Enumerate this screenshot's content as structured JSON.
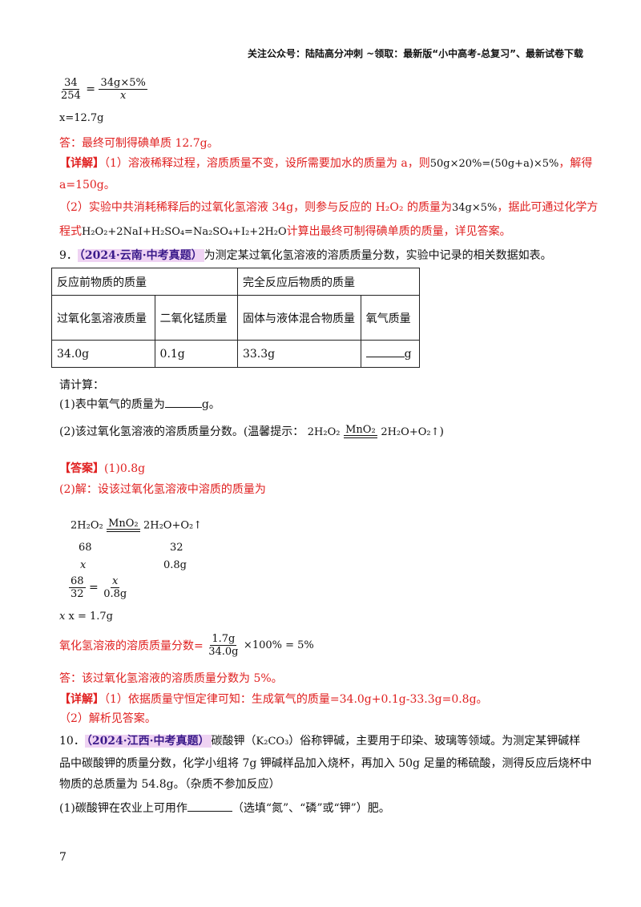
{
  "header": {
    "text": "关注公众号：陆陆高分冲刺  ~领取：最新版“小中高考-总复习”、最新试卷下载"
  },
  "top_calc": {
    "frac1_num": "34",
    "frac1_den": "254",
    "eq": "=",
    "frac2_num": "34g×5%",
    "frac2_den": "x",
    "result": "x=12.7g"
  },
  "answer_8": "答：最终可制得碘单质 12.7g。",
  "detail_8": {
    "tag": "【详解】",
    "line1": "（1）溶液稀释过程，溶质质量不变，设所需要加水的质量为 a，则",
    "line1_formula": "50g×20%=(50g+a)×5%",
    "line1_tail": "，解得",
    "line2": "a=150g。",
    "line3": "（2）实验中共消耗稀释后的过氧化氢溶液 34g，则参与反应的 H₂O₂ 的质量为",
    "line3_formula": "34g×5%",
    "line3_tail": "，据此可通过化学方",
    "line4_head": "程式",
    "line4_formula": "H₂O₂+2NaI+H₂SO₄=Na₂SO₄+I₂+2H₂O",
    "line4_tail": "计算出最终可制得碘单质的质量，详见答案。"
  },
  "q9": {
    "number": "9．",
    "source": "（2024·云南·中考真题）",
    "text": "为测定某过氧化氢溶液的溶质质量分数，实验中记录的相关数据如表。",
    "table": {
      "head_left": "反应前物质的质量",
      "head_right": "完全反应后物质的质量",
      "sub": [
        "过氧化氢溶液质量",
        "二氧化锰质量",
        "固体与液体混合物质量",
        "氧气质量"
      ],
      "values": [
        "34.0g",
        "0.1g",
        "33.3g",
        "g"
      ]
    },
    "please": "请计算：",
    "sub1": "(1)表中氧气的质量为",
    "sub1_tail": "g。",
    "sub2": "(2)该过氧化氢溶液的溶质质量分数。(温馨提示：",
    "sub2_eq_left": "2H₂O₂",
    "sub2_cat": "MnO₂",
    "sub2_eq_right": "2H₂O+O₂↑",
    "sub2_tail": ")"
  },
  "ans9": {
    "tag": "【答案】",
    "a1": "(1)0.8g",
    "a2": "(2)解：设该过氧化氢溶液中溶质的质量为",
    "eq_left": "2H₂O₂",
    "eq_cat": "MnO₂",
    "eq_right": "2H₂O+O₂↑",
    "m_left": "68",
    "m_right": "32",
    "v_left": "x",
    "v_right": "0.8g",
    "prop_num1": "68",
    "prop_den1": "32",
    "prop_eq": "=",
    "prop_num2": "x",
    "prop_den2": "0.8g",
    "res_x": "x",
    "res": "x = 1.7g",
    "frac_label": "氧化氢溶液的溶质质量分数=",
    "frac_num": "1.7g",
    "frac_den": "34.0g",
    "frac_tail": "×100% = 5%",
    "conclusion": "答：该过氧化氢溶液的溶质质量分数为 5%。"
  },
  "detail_9": {
    "tag": "【详解】",
    "l1": "（1）依据质量守恒定律可知：生成氧气的质量=34.0g+0.1g-33.3g=0.8g。",
    "l2": "（2）解析见答案。"
  },
  "q10": {
    "number": "10．",
    "source": "（2024·江西·中考真题）",
    "l1_a": "碳酸钾（",
    "l1_formula": "K₂CO₃",
    "l1_b": "）俗称钾碱，主要用于印染、玻璃等领域。为测定某钾碱样",
    "l2": "品中碳酸钾的质量分数，化学小组将 7g 钾碱样品加入烧杯，再加入 50g 足量的稀硫酸，测得反应后烧杯中",
    "l3": "物质的总质量为 54.8g。（杂质不参加反应）",
    "l4_a": "(1)碳酸钾在农业上可用作",
    "l4_b": "（选填“氮”、“磷”或“钾”）肥。"
  },
  "page_number": "7"
}
